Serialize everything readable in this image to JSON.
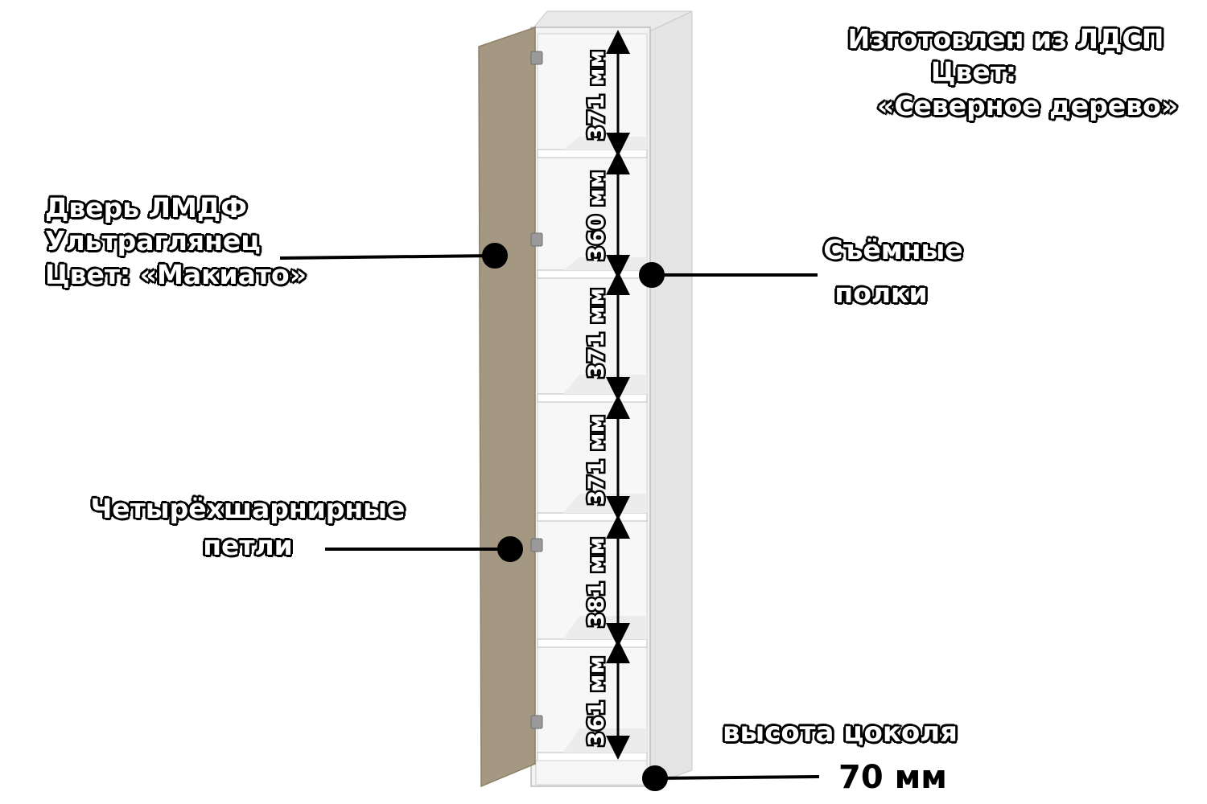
{
  "material": {
    "line1": "Изготовлен из ЛДСП",
    "line2": "Цвет:",
    "line3": "«Северное дерево»"
  },
  "door": {
    "line1": "Дверь ЛМДФ",
    "line2": "Ультраглянец",
    "line3": "Цвет:  «Макиато»"
  },
  "shelves": {
    "line1": "Съёмные",
    "line2": "полки"
  },
  "hinges": {
    "line1": "Четырёхшарнирные",
    "line2": "петли"
  },
  "plinth": {
    "label": "высота цоколя",
    "value": "70 мм"
  },
  "compartments": [
    {
      "height_label": "371 мм"
    },
    {
      "height_label": "360 мм"
    },
    {
      "height_label": "371 мм"
    },
    {
      "height_label": "371 мм"
    },
    {
      "height_label": "381 мм"
    },
    {
      "height_label": "361 мм"
    }
  ],
  "colors": {
    "door": "#a59882",
    "carcass": "#f1f1f1",
    "carcass_side": "#e2e2e2",
    "shelf": "#ffffff",
    "pointer": "#000000"
  }
}
